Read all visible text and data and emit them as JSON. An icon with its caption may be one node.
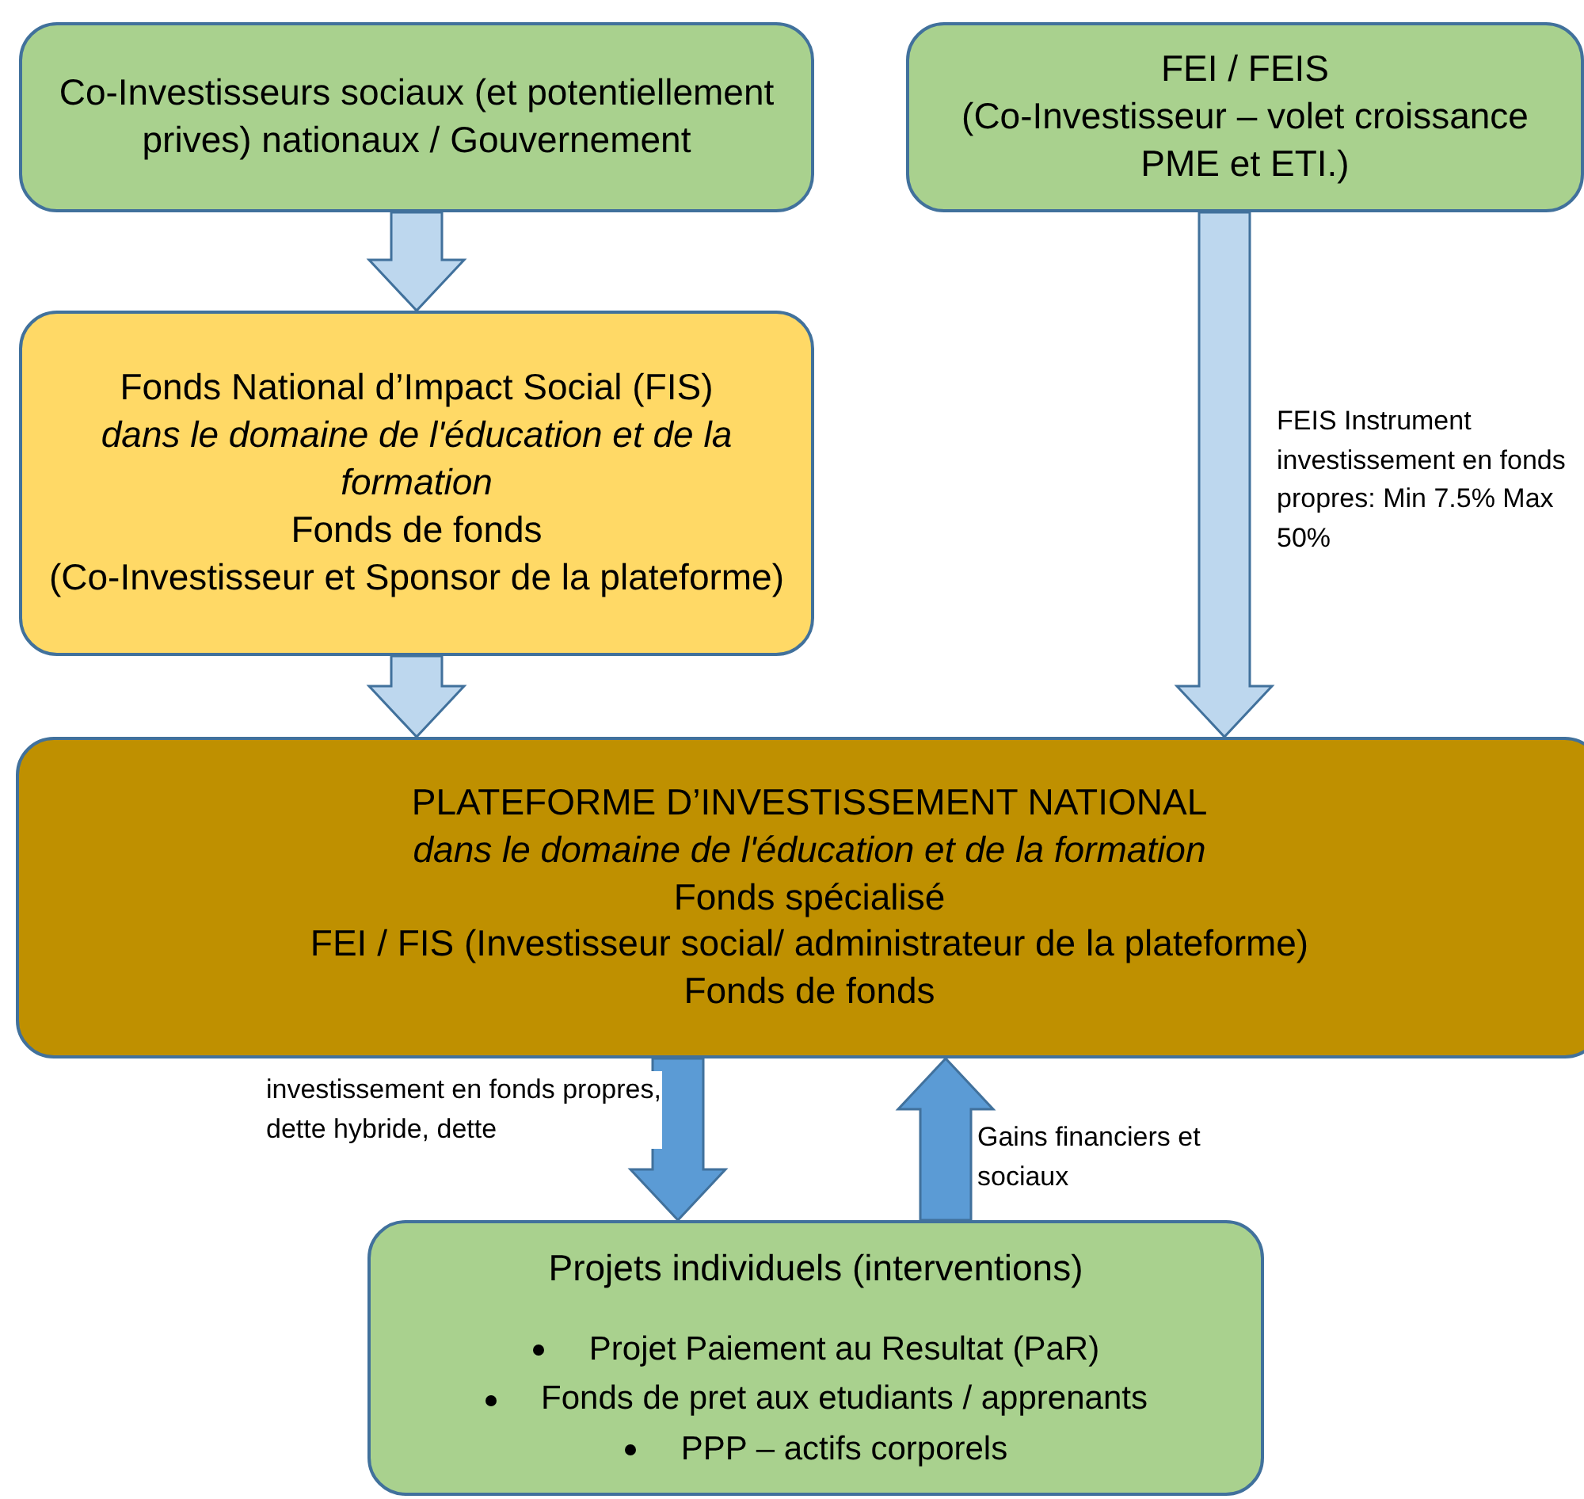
{
  "diagram": {
    "nodes": [
      {
        "text": [
          "Co-Investisseurs sociaux (et potentiellement prives) nationaux / Gouvernement"
        ]
      },
      {
        "text": [
          "FEI / FEIS",
          "(Co-Investisseur – volet croissance PME et ETI.)"
        ]
      },
      {
        "text": [
          "Fonds National d’Impact Social (FIS)",
          "dans le domaine de l'éducation et de la formation",
          "Fonds de fonds",
          "(Co-Investisseur et Sponsor de la plateforme)"
        ]
      },
      {
        "text": [
          "PLATEFORME D’INVESTISSEMENT NATIONAL",
          "dans le domaine de l'éducation et de la formation",
          "Fonds spécialisé",
          "FEI / FIS (Investisseur social/ administrateur de la plateforme)",
          "Fonds de fonds"
        ]
      },
      {
        "text": [
          "Projets individuels (interventions)",
          "Projet Paiement au Resultat (PaR)",
          "Fonds de pret aux etudiants / apprenants",
          "PPP – actifs corporels"
        ]
      }
    ],
    "edges": [
      {
        "from": 0,
        "to": 2,
        "arrow": "to"
      },
      {
        "from": 1,
        "to": 3,
        "arrow": "to",
        "label": "FEIS Instrument investissement en fonds propres: Min 7.5% Max 50%"
      },
      {
        "from": 2,
        "to": 3,
        "arrow": "to"
      },
      {
        "from": 3,
        "to": 4,
        "arrow": "to",
        "label": "investissement en fonds propres, dette hybride, dette",
        "color": "#5b9bd5"
      },
      {
        "from": 4,
        "to": 3,
        "arrow": "to",
        "label": "Gains financiers et sociaux",
        "color": "#5b9bd5"
      }
    ]
  }
}
